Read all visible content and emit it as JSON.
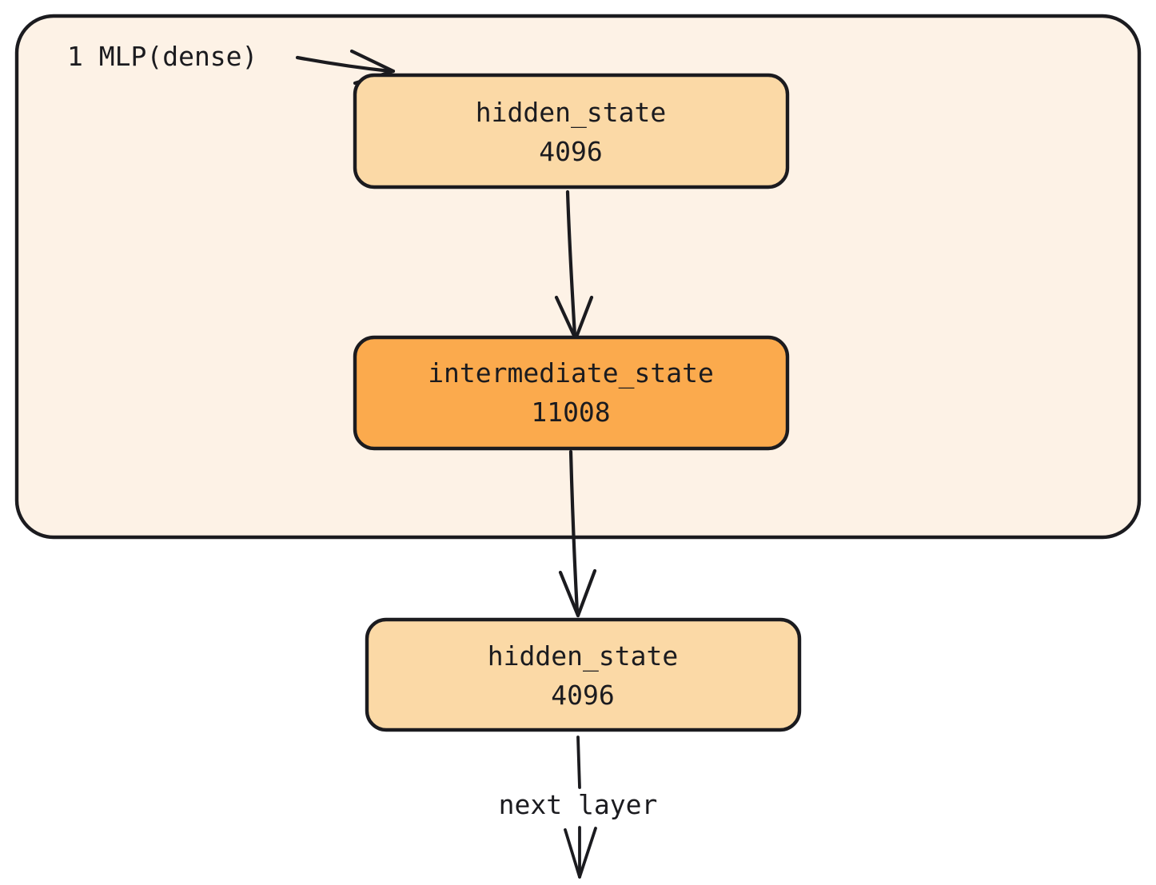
{
  "diagram": {
    "title_caption": "1 MLP(dense)",
    "background_color": "#ffffff",
    "group": {
      "name": "mlp-dense-group",
      "fill": "#fdf2e6",
      "stroke": "#1b1b1f"
    },
    "palette": {
      "hidden_fill": "#fbd9a6",
      "intermediate_fill": "#fbaa4d",
      "stroke": "#1b1b1f",
      "text": "#1b1b1f"
    },
    "nodes": [
      {
        "id": "hidden-state-in",
        "label": "hidden_state",
        "dim": "4096",
        "fill": "#fbd9a6"
      },
      {
        "id": "intermediate-state",
        "label": "intermediate_state",
        "dim": "11008",
        "fill": "#fbaa4d"
      },
      {
        "id": "hidden-state-out",
        "label": "hidden_state",
        "dim": "4096",
        "fill": "#fbd9a6"
      }
    ],
    "edges": [
      {
        "id": "caption-to-hidden-in",
        "label": "",
        "from": "caption",
        "to": "hidden-state-in"
      },
      {
        "id": "hidden-in-to-intermediate",
        "label": "",
        "from": "hidden-state-in",
        "to": "intermediate-state"
      },
      {
        "id": "intermediate-to-hidden-out",
        "label": "",
        "from": "intermediate-state",
        "to": "hidden-state-out"
      },
      {
        "id": "hidden-out-to-next-layer",
        "label": "next layer",
        "from": "hidden-state-out",
        "to": "next-layer"
      }
    ]
  }
}
